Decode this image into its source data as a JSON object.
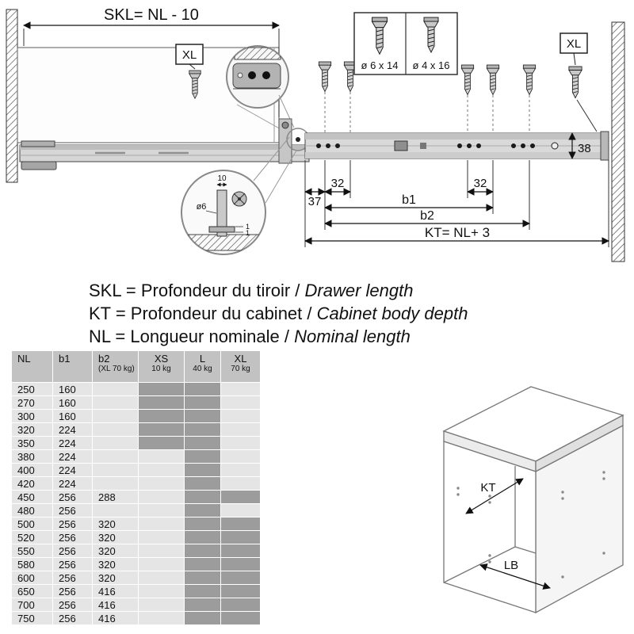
{
  "diagram": {
    "skl_dim": "SKL= NL - 10",
    "xl_left": "XL",
    "xl_right": "XL",
    "screw1_label": "ø 6 x 14",
    "screw2_label": "ø 4 x 16",
    "dim_37": "37",
    "dim_32_left": "32",
    "dim_32_right": "32",
    "dim_b1": "b1",
    "dim_b2": "b2",
    "dim_kt": "KT= NL+ 3",
    "dim_38": "38",
    "detail_dim_10": "10",
    "detail_dia_6": "ø6",
    "detail_dim_1a": "1",
    "detail_dim_1b": "1"
  },
  "legend": {
    "lines": [
      {
        "text": "SKL = Profondeur du tiroir / ",
        "italic": "Drawer length"
      },
      {
        "text": "KT = Profondeur du cabinet / ",
        "italic": "Cabinet body depth"
      },
      {
        "text": "NL = Longueur nominale / ",
        "italic": "Nominal length"
      }
    ]
  },
  "table": {
    "headers": [
      {
        "main": "NL",
        "sub": ""
      },
      {
        "main": "b1",
        "sub": ""
      },
      {
        "main": "b2",
        "sub": "(XL 70 kg)"
      },
      {
        "main": "XS",
        "sub": "10 kg"
      },
      {
        "main": "L",
        "sub": "40 kg"
      },
      {
        "main": "XL",
        "sub": "70 kg"
      }
    ],
    "rows": [
      {
        "nl": "250",
        "b1": "160",
        "b2": "",
        "xs": true,
        "l": true,
        "xl": false
      },
      {
        "nl": "270",
        "b1": "160",
        "b2": "",
        "xs": true,
        "l": true,
        "xl": false
      },
      {
        "nl": "300",
        "b1": "160",
        "b2": "",
        "xs": true,
        "l": true,
        "xl": false
      },
      {
        "nl": "320",
        "b1": "224",
        "b2": "",
        "xs": true,
        "l": true,
        "xl": false
      },
      {
        "nl": "350",
        "b1": "224",
        "b2": "",
        "xs": true,
        "l": true,
        "xl": false
      },
      {
        "nl": "380",
        "b1": "224",
        "b2": "",
        "xs": false,
        "l": true,
        "xl": false
      },
      {
        "nl": "400",
        "b1": "224",
        "b2": "",
        "xs": false,
        "l": true,
        "xl": false
      },
      {
        "nl": "420",
        "b1": "224",
        "b2": "",
        "xs": false,
        "l": true,
        "xl": false
      },
      {
        "nl": "450",
        "b1": "256",
        "b2": "288",
        "xs": false,
        "l": true,
        "xl": true
      },
      {
        "nl": "480",
        "b1": "256",
        "b2": "",
        "xs": false,
        "l": true,
        "xl": false
      },
      {
        "nl": "500",
        "b1": "256",
        "b2": "320",
        "xs": false,
        "l": true,
        "xl": true
      },
      {
        "nl": "520",
        "b1": "256",
        "b2": "320",
        "xs": false,
        "l": true,
        "xl": true
      },
      {
        "nl": "550",
        "b1": "256",
        "b2": "320",
        "xs": false,
        "l": true,
        "xl": true
      },
      {
        "nl": "580",
        "b1": "256",
        "b2": "320",
        "xs": false,
        "l": true,
        "xl": true
      },
      {
        "nl": "600",
        "b1": "256",
        "b2": "320",
        "xs": false,
        "l": true,
        "xl": true
      },
      {
        "nl": "650",
        "b1": "256",
        "b2": "416",
        "xs": false,
        "l": true,
        "xl": true
      },
      {
        "nl": "700",
        "b1": "256",
        "b2": "416",
        "xs": false,
        "l": true,
        "xl": true
      },
      {
        "nl": "750",
        "b1": "256",
        "b2": "416",
        "xs": false,
        "l": true,
        "xl": true
      }
    ]
  },
  "cabinet": {
    "kt_label": "KT",
    "lb_label": "LB"
  }
}
